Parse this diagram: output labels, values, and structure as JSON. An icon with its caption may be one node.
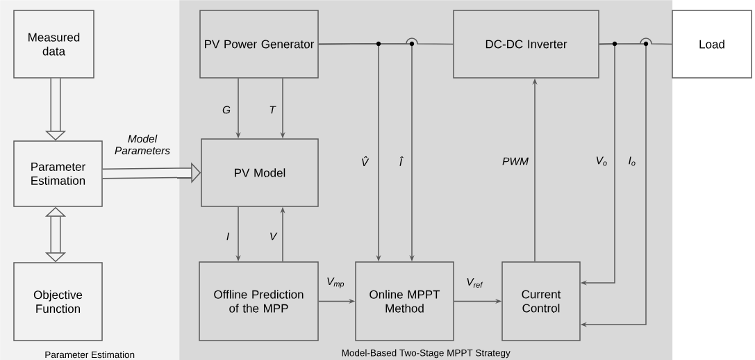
{
  "diagram": {
    "nodes": [
      {
        "text": [
          "Parameter Estimation"
        ]
      },
      {
        "text": [
          "Model-Based Two-Stage MPPT Strategy"
        ]
      },
      {
        "text": [
          "Measured data"
        ],
        "in": 0
      },
      {
        "text": [
          "Parameter Estimation"
        ],
        "in": 0
      },
      {
        "text": [
          "Objective Function"
        ],
        "in": 0
      },
      {
        "text": [
          "PV Power Generator"
        ],
        "in": 1
      },
      {
        "text": [
          "DC-DC Inverter"
        ],
        "in": 1
      },
      {
        "text": [
          "PV Model"
        ],
        "in": 1
      },
      {
        "text": [
          "Offline Prediction of the MPP"
        ],
        "in": 1
      },
      {
        "text": [
          "Online MPPT Method"
        ],
        "in": 1
      },
      {
        "text": [
          "Current Control"
        ],
        "in": 1
      },
      {
        "text": [
          "Load"
        ]
      }
    ],
    "edges": [
      {
        "from": 2,
        "to": 3,
        "arrow": "to",
        "style": "thick"
      },
      {
        "from": 3,
        "to": 4,
        "arrow": "both",
        "style": "thick"
      },
      {
        "from": 3,
        "to": 7,
        "arrow": "to",
        "style": "thick",
        "label": "Model Parameters"
      },
      {
        "from": 5,
        "to": 7,
        "arrow": "to",
        "label": "G"
      },
      {
        "from": 5,
        "to": 7,
        "arrow": "to",
        "label": "T"
      },
      {
        "from": 7,
        "to": 8,
        "arrow": "to",
        "label": "I"
      },
      {
        "from": 8,
        "to": 7,
        "arrow": "to",
        "label": "V"
      },
      {
        "from": 5,
        "to": 6,
        "arrow": "none"
      },
      {
        "from": 5,
        "to": 9,
        "arrow": "to",
        "label": "V̂"
      },
      {
        "from": 5,
        "to": 9,
        "arrow": "to",
        "label": "Î"
      },
      {
        "from": 8,
        "to": 9,
        "arrow": "to",
        "label": "V$_{mp}$"
      },
      {
        "from": 9,
        "to": 10,
        "arrow": "to",
        "label": "V$_{ref}$"
      },
      {
        "from": 10,
        "to": 6,
        "arrow": "to",
        "label": "PWM"
      },
      {
        "from": 6,
        "to": 11,
        "arrow": "none"
      },
      {
        "from": 6,
        "to": 10,
        "arrow": "to",
        "label": "V$_{o}$"
      },
      {
        "from": 6,
        "to": 10,
        "arrow": "to",
        "label": "I$_{o}$"
      }
    ]
  }
}
